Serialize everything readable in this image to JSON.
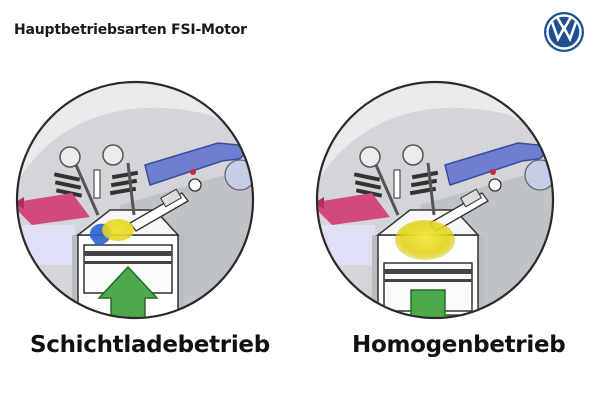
{
  "header": {
    "title": "Hauptbetriebsarten FSI-Motor",
    "logo_icon": "vw-logo-icon",
    "logo_letters": "VW"
  },
  "diagrams": [
    {
      "label": "Schichtladebetrieb",
      "piston_arrow": "up",
      "cloud": "small",
      "arrow_color": "#4caa4c",
      "cloud_color": "#e2d318"
    },
    {
      "label": "Homogenbetrieb",
      "piston_arrow": "down",
      "cloud": "full",
      "arrow_color": "#4caa4c",
      "cloud_color": "#e2d318"
    }
  ],
  "colors": {
    "logo_blue": "#1d4f91",
    "intake_pink": "#d24a7c",
    "fuel_rail": "#6f7fcf",
    "injector_blue": "#2d5fd0"
  }
}
